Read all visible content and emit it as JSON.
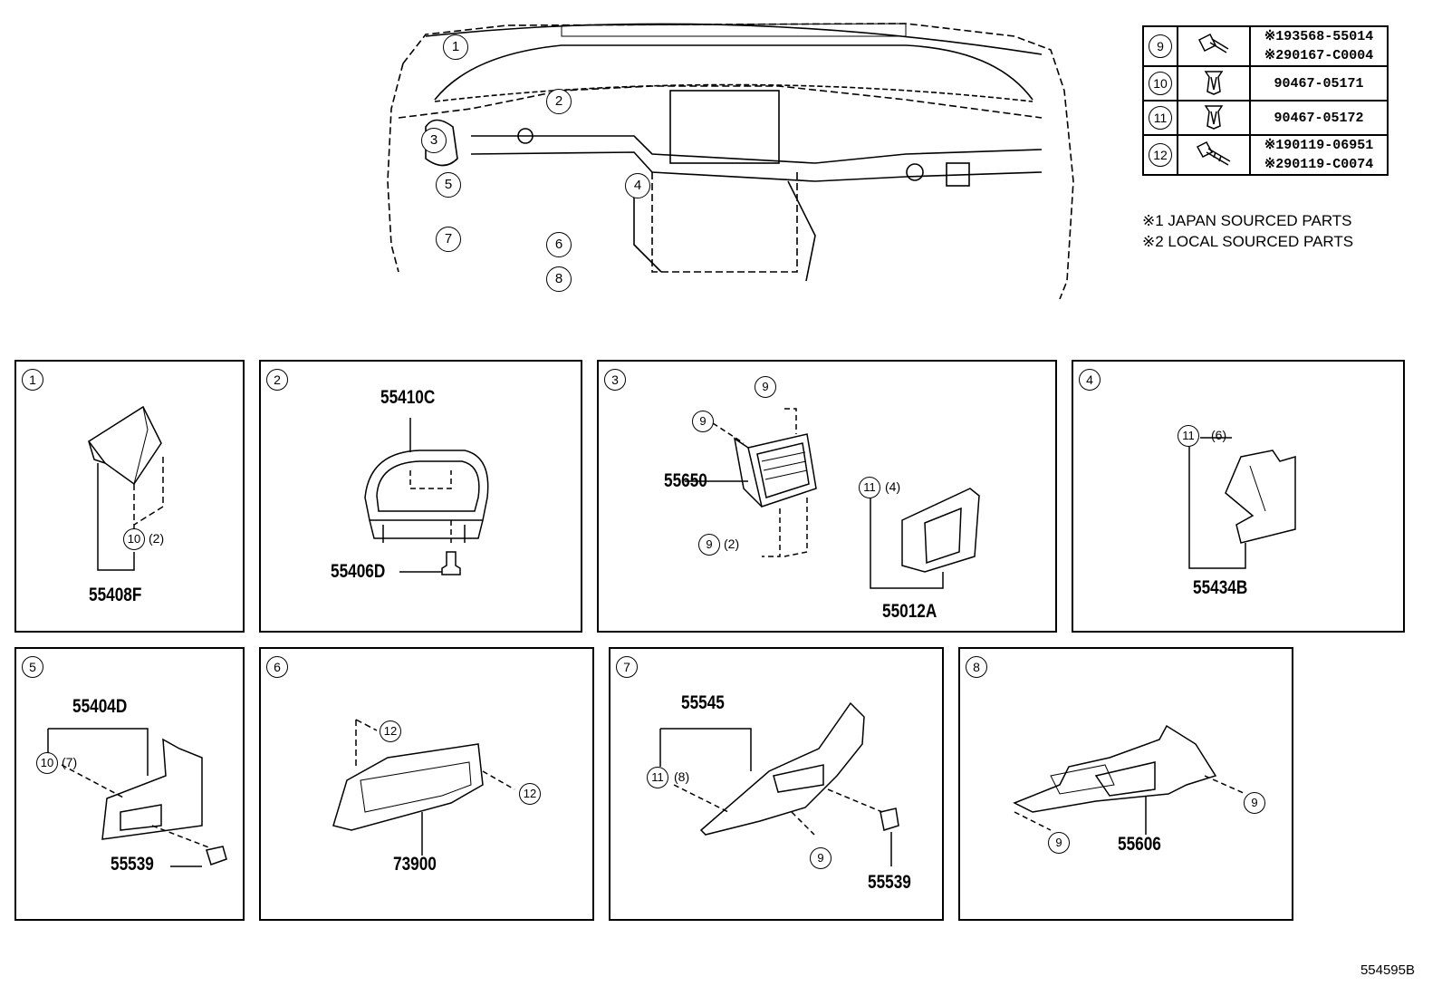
{
  "fastener_table": {
    "rows": [
      {
        "key": "9",
        "icon": "bolt-icon",
        "lines": [
          "※193568-55014",
          "※290167-C0004"
        ]
      },
      {
        "key": "10",
        "icon": "clip-icon",
        "lines": [
          "90467-05171"
        ]
      },
      {
        "key": "11",
        "icon": "clip-icon",
        "lines": [
          "90467-05172"
        ]
      },
      {
        "key": "12",
        "icon": "screw-icon",
        "lines": [
          "※190119-06951",
          "※290119-C0074"
        ]
      }
    ],
    "notes": [
      "※1 JAPAN SOURCED PARTS",
      "※2 LOCAL SOURCED PARTS"
    ]
  },
  "overview": {
    "callouts": [
      "1",
      "2",
      "3",
      "4",
      "5",
      "6",
      "7",
      "8"
    ]
  },
  "panels": [
    {
      "num": "1",
      "parts": [
        "55408F"
      ],
      "fasteners": [
        {
          "key": "10",
          "qty": "(2)"
        }
      ]
    },
    {
      "num": "2",
      "parts": [
        "55410C",
        "55406D"
      ],
      "fasteners": []
    },
    {
      "num": "3",
      "parts": [
        "55650",
        "55012A"
      ],
      "fasteners": [
        {
          "key": "9",
          "qty": ""
        },
        {
          "key": "9",
          "qty": ""
        },
        {
          "key": "9",
          "qty": "(2)"
        },
        {
          "key": "11",
          "qty": "(4)"
        }
      ]
    },
    {
      "num": "4",
      "parts": [
        "55434B"
      ],
      "fasteners": [
        {
          "key": "11",
          "qty": "(6)"
        }
      ]
    },
    {
      "num": "5",
      "parts": [
        "55404D",
        "55539"
      ],
      "fasteners": [
        {
          "key": "10",
          "qty": "(7)"
        }
      ]
    },
    {
      "num": "6",
      "parts": [
        "73900"
      ],
      "fasteners": [
        {
          "key": "12",
          "qty": ""
        },
        {
          "key": "12",
          "qty": ""
        }
      ]
    },
    {
      "num": "7",
      "parts": [
        "55545",
        "55539"
      ],
      "fasteners": [
        {
          "key": "11",
          "qty": "(8)"
        },
        {
          "key": "9",
          "qty": ""
        }
      ]
    },
    {
      "num": "8",
      "parts": [
        "55606"
      ],
      "fasteners": [
        {
          "key": "9",
          "qty": ""
        },
        {
          "key": "9",
          "qty": ""
        }
      ]
    }
  ],
  "diagram_ref": "554595B"
}
